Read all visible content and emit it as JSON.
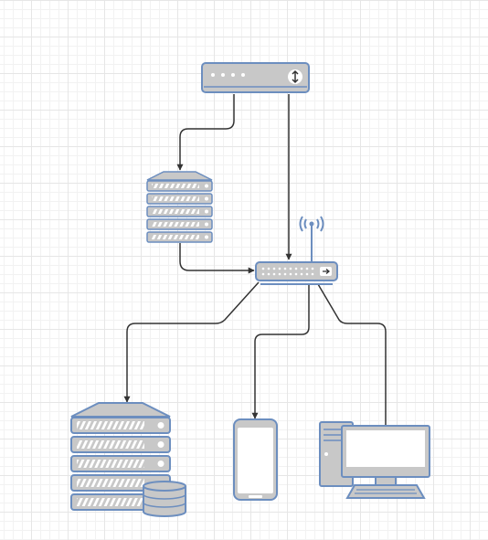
{
  "colors": {
    "fill": "#c8c8c8",
    "stroke": "#6c8ebf",
    "edge": "#333333",
    "white": "#ffffff"
  },
  "nodes": [
    {
      "id": "modem",
      "icon": "modem-icon"
    },
    {
      "id": "server",
      "icon": "server-icon"
    },
    {
      "id": "router",
      "icon": "wireless-router-icon"
    },
    {
      "id": "database-server",
      "icon": "database-server-icon"
    },
    {
      "id": "phone",
      "icon": "smartphone-icon"
    },
    {
      "id": "desktop",
      "icon": "desktop-computer-icon"
    }
  ],
  "edges": [
    {
      "from": "modem",
      "to": "server"
    },
    {
      "from": "modem",
      "to": "router"
    },
    {
      "from": "server",
      "to": "router"
    },
    {
      "from": "router",
      "to": "database-server"
    },
    {
      "from": "router",
      "to": "phone"
    },
    {
      "from": "router",
      "to": "desktop"
    }
  ]
}
